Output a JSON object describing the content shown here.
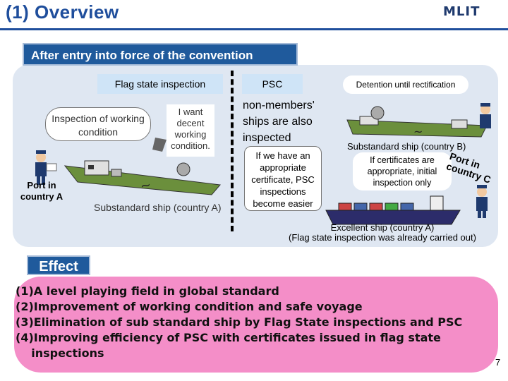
{
  "header": {
    "title": "(1) Overview",
    "logo_text": "MLIT"
  },
  "banner": "After entry into force of the convention",
  "flag_state": {
    "heading": "Flag state inspection",
    "callout": "Inspection of working condition",
    "crew_callout": "I want decent working condition.",
    "port_label": "Port in country A",
    "ship_label": "Substandard ship (country A)"
  },
  "psc": {
    "heading": "PSC",
    "nonmember_text": "non-members' ships are also inspected",
    "certificate_callout": "If we have an appropriate certificate, PSC inspections become easier",
    "detention_label": "Detention until rectification",
    "substandard_b": "Substandard ship (country B)",
    "certificate_check": "If certificates are appropriate, initial inspection only",
    "port_label": "Port in country C",
    "excellent_ship": "Excellent ship (country A)",
    "excellent_note": "(Flag state inspection was already carried out)"
  },
  "effect": {
    "label": "Effect",
    "items": [
      "(1)A level playing field in global standard",
      "(2)Improvement of working condition and safe voyage",
      "(3)Elimination of sub standard ship by Flag State inspections and PSC",
      "(4)Improving efficiency of PSC with certificates issued in flag state",
      "    inspections"
    ]
  },
  "page_number": "7",
  "colors": {
    "title_blue": "#1f4e9c",
    "banner_blue": "#1f5a9c",
    "panel": "#dfe7f2",
    "effect_pink": "#f48ec8",
    "ship_green": "#5a8a3a"
  }
}
